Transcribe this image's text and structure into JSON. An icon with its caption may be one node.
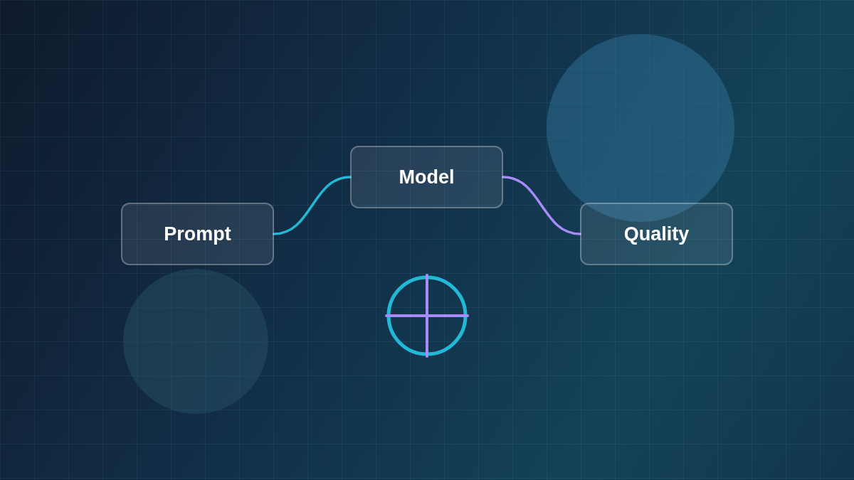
{
  "diagram": {
    "nodes": [
      {
        "text": [
          "Prompt"
        ]
      },
      {
        "text": [
          "Model"
        ]
      },
      {
        "text": [
          "Quality"
        ]
      }
    ],
    "edges": [
      {
        "from": 0,
        "to": 1,
        "arrow": "none",
        "color": "#22b8d6"
      },
      {
        "from": 1,
        "to": 2,
        "arrow": "none",
        "color": "#a78bfa"
      }
    ]
  }
}
